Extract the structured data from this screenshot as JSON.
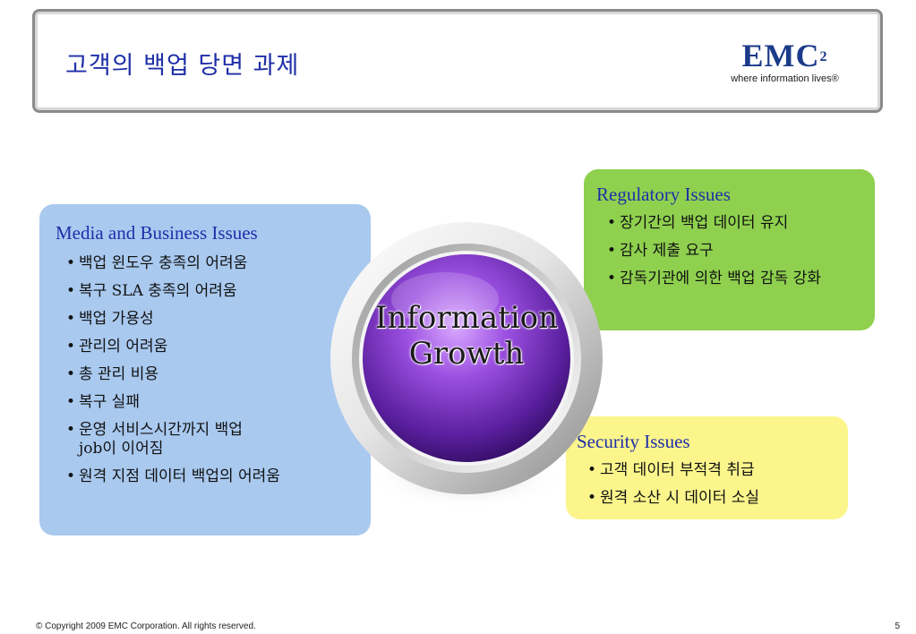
{
  "header": {
    "title": "고객의 백업 당면 과제",
    "logo_mark": "EMC",
    "logo_sup": "2",
    "logo_tagline": "where information lives®"
  },
  "center": {
    "line1": "Information",
    "line2": "Growth"
  },
  "media": {
    "title": "Media and Business Issues",
    "items": [
      "백업 윈도우 충족의 어려움",
      "복구 SLA 충족의 어려움",
      "백업 가용성",
      "관리의 어려움",
      "총 관리 비용",
      "복구 실패",
      "운영 서비스시간까지 백업 job이 이어짐",
      "원격 지점 데이터 백업의 어려움"
    ]
  },
  "regulatory": {
    "title": "Regulatory Issues",
    "items": [
      "장기간의 백업 데이터 유지",
      "감사 제출 요구",
      "감독기관에 의한 백업 감독 강화"
    ]
  },
  "security": {
    "title": "Security Issues",
    "items": [
      "고객 데이터 부적격 취급",
      "원격 소산 시 데이터 소실"
    ]
  },
  "footer": {
    "copyright": "© Copyright 2009 EMC Corporation. All rights reserved.",
    "page": "5"
  },
  "colors": {
    "title_blue": "#1f2fa8",
    "panel_blue": "#a9c9ef",
    "panel_green": "#8fd14f",
    "panel_yellow": "#fbf58c",
    "sphere_purple": "#6a2fb0"
  }
}
